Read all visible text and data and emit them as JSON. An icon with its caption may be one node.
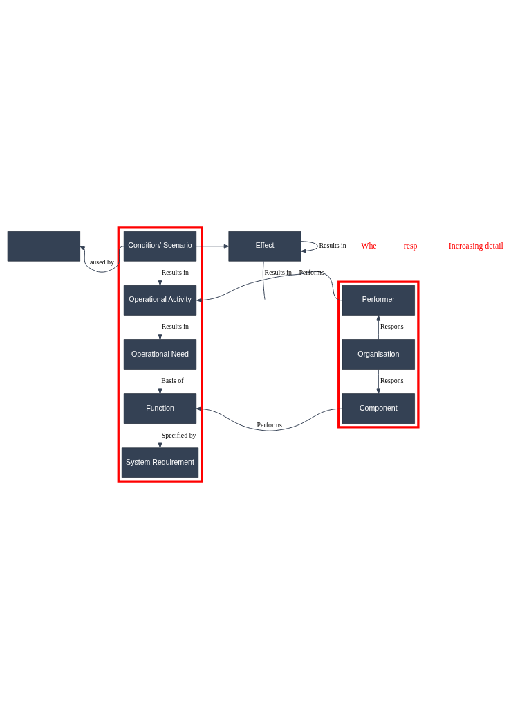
{
  "diagram": {
    "nodes": [
      {
        "text": [],
        "shape": "box"
      },
      {
        "text": [],
        "shape": "box"
      },
      {
        "text": [
          "Condition/ Scenario"
        ],
        "in": 1
      },
      {
        "text": [
          "Effect"
        ]
      },
      {
        "text": [
          "Operational Activity"
        ],
        "in": 1
      },
      {
        "text": [
          "Operational Need"
        ],
        "in": 1
      },
      {
        "text": [
          "Function"
        ],
        "in": 1
      },
      {
        "text": [
          "System Requirement"
        ],
        "in": 1
      },
      {
        "text": [],
        "shape": "box"
      },
      {
        "text": [
          "Performer"
        ],
        "in": 8
      },
      {
        "text": [
          "Organisation"
        ],
        "in": 8
      },
      {
        "text": [
          "Component"
        ],
        "in": 8
      }
    ],
    "edges": [
      {
        "from": 2,
        "to": 0,
        "arrow": "to",
        "label": "aused by"
      },
      {
        "from": 2,
        "to": 3,
        "arrow": "to"
      },
      {
        "from": 3,
        "to": 3,
        "arrow": "to",
        "label": "Results in"
      },
      {
        "from": 3,
        "to": null,
        "arrow": "none",
        "label": "Results in"
      },
      {
        "from": 2,
        "to": 4,
        "arrow": "to",
        "label": "Results in"
      },
      {
        "from": 4,
        "to": 5,
        "arrow": "to",
        "label": "Results in"
      },
      {
        "from": 5,
        "to": 6,
        "arrow": "to",
        "label": "Basis of"
      },
      {
        "from": 6,
        "to": 7,
        "arrow": "to",
        "label": "Specified by"
      },
      {
        "from": 9,
        "to": 4,
        "arrow": "to",
        "label": "Performs"
      },
      {
        "from": 10,
        "to": 9,
        "arrow": "to",
        "label": "Respons"
      },
      {
        "from": 10,
        "to": 11,
        "arrow": "to",
        "label": "Respons"
      },
      {
        "from": 11,
        "to": 6,
        "arrow": "to",
        "label": "Performs"
      }
    ],
    "labels": [
      "Whe",
      "resp",
      "Increasing detail"
    ]
  }
}
